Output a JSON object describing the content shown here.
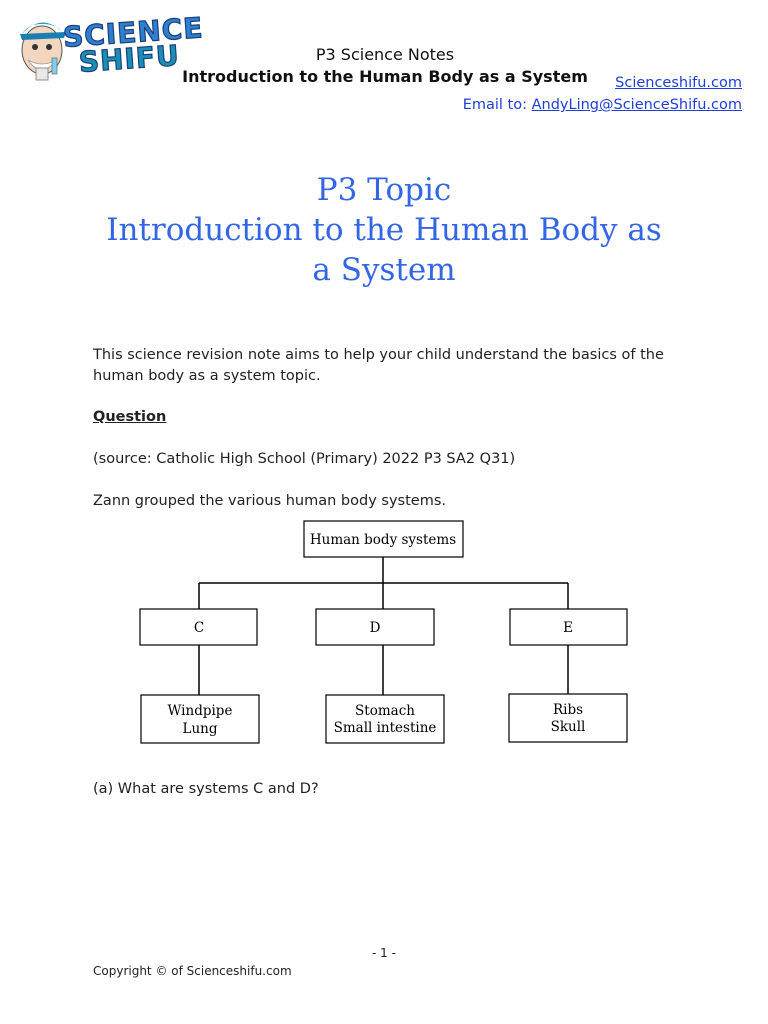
{
  "header": {
    "logo_text_line1": "SCIENCE",
    "logo_text_line2": "SHIFU",
    "line1": "P3 Science Notes",
    "line2": "Introduction to the Human Body as a System",
    "site_link": "Scienceshifu.com",
    "email_label": "Email to: ",
    "email_link": "AndyLing@ScienceShifu.com"
  },
  "title": {
    "line1": "P3 Topic",
    "line2": "Introduction to the Human Body as",
    "line3": "a System"
  },
  "intro": "This science revision note aims to help your child understand the basics of the human body as a system topic.",
  "question_heading": "Question",
  "source": "(source: Catholic High School (Primary) 2022 P3 SA2 Q31)",
  "prompt": "Zann grouped the various human body systems.",
  "diagram": {
    "root": "Human body systems",
    "groups": [
      {
        "label": "C",
        "organs": [
          "Windpipe",
          "Lung"
        ]
      },
      {
        "label": "D",
        "organs": [
          "Stomach",
          "Small intestine"
        ]
      },
      {
        "label": "E",
        "organs": [
          "Ribs",
          "Skull"
        ]
      }
    ]
  },
  "question_a": "(a) What are systems C and D?",
  "footer": {
    "page": "- 1 -",
    "copyright": "Copyright © of Scienceshifu.com"
  },
  "colors": {
    "title_blue": "#3366e6",
    "link_blue": "#1f3fd6",
    "logo_blue": "#2f7fd0",
    "logo_teal": "#1a8fb5"
  },
  "icons": [
    "scientist-mascot-icon"
  ]
}
